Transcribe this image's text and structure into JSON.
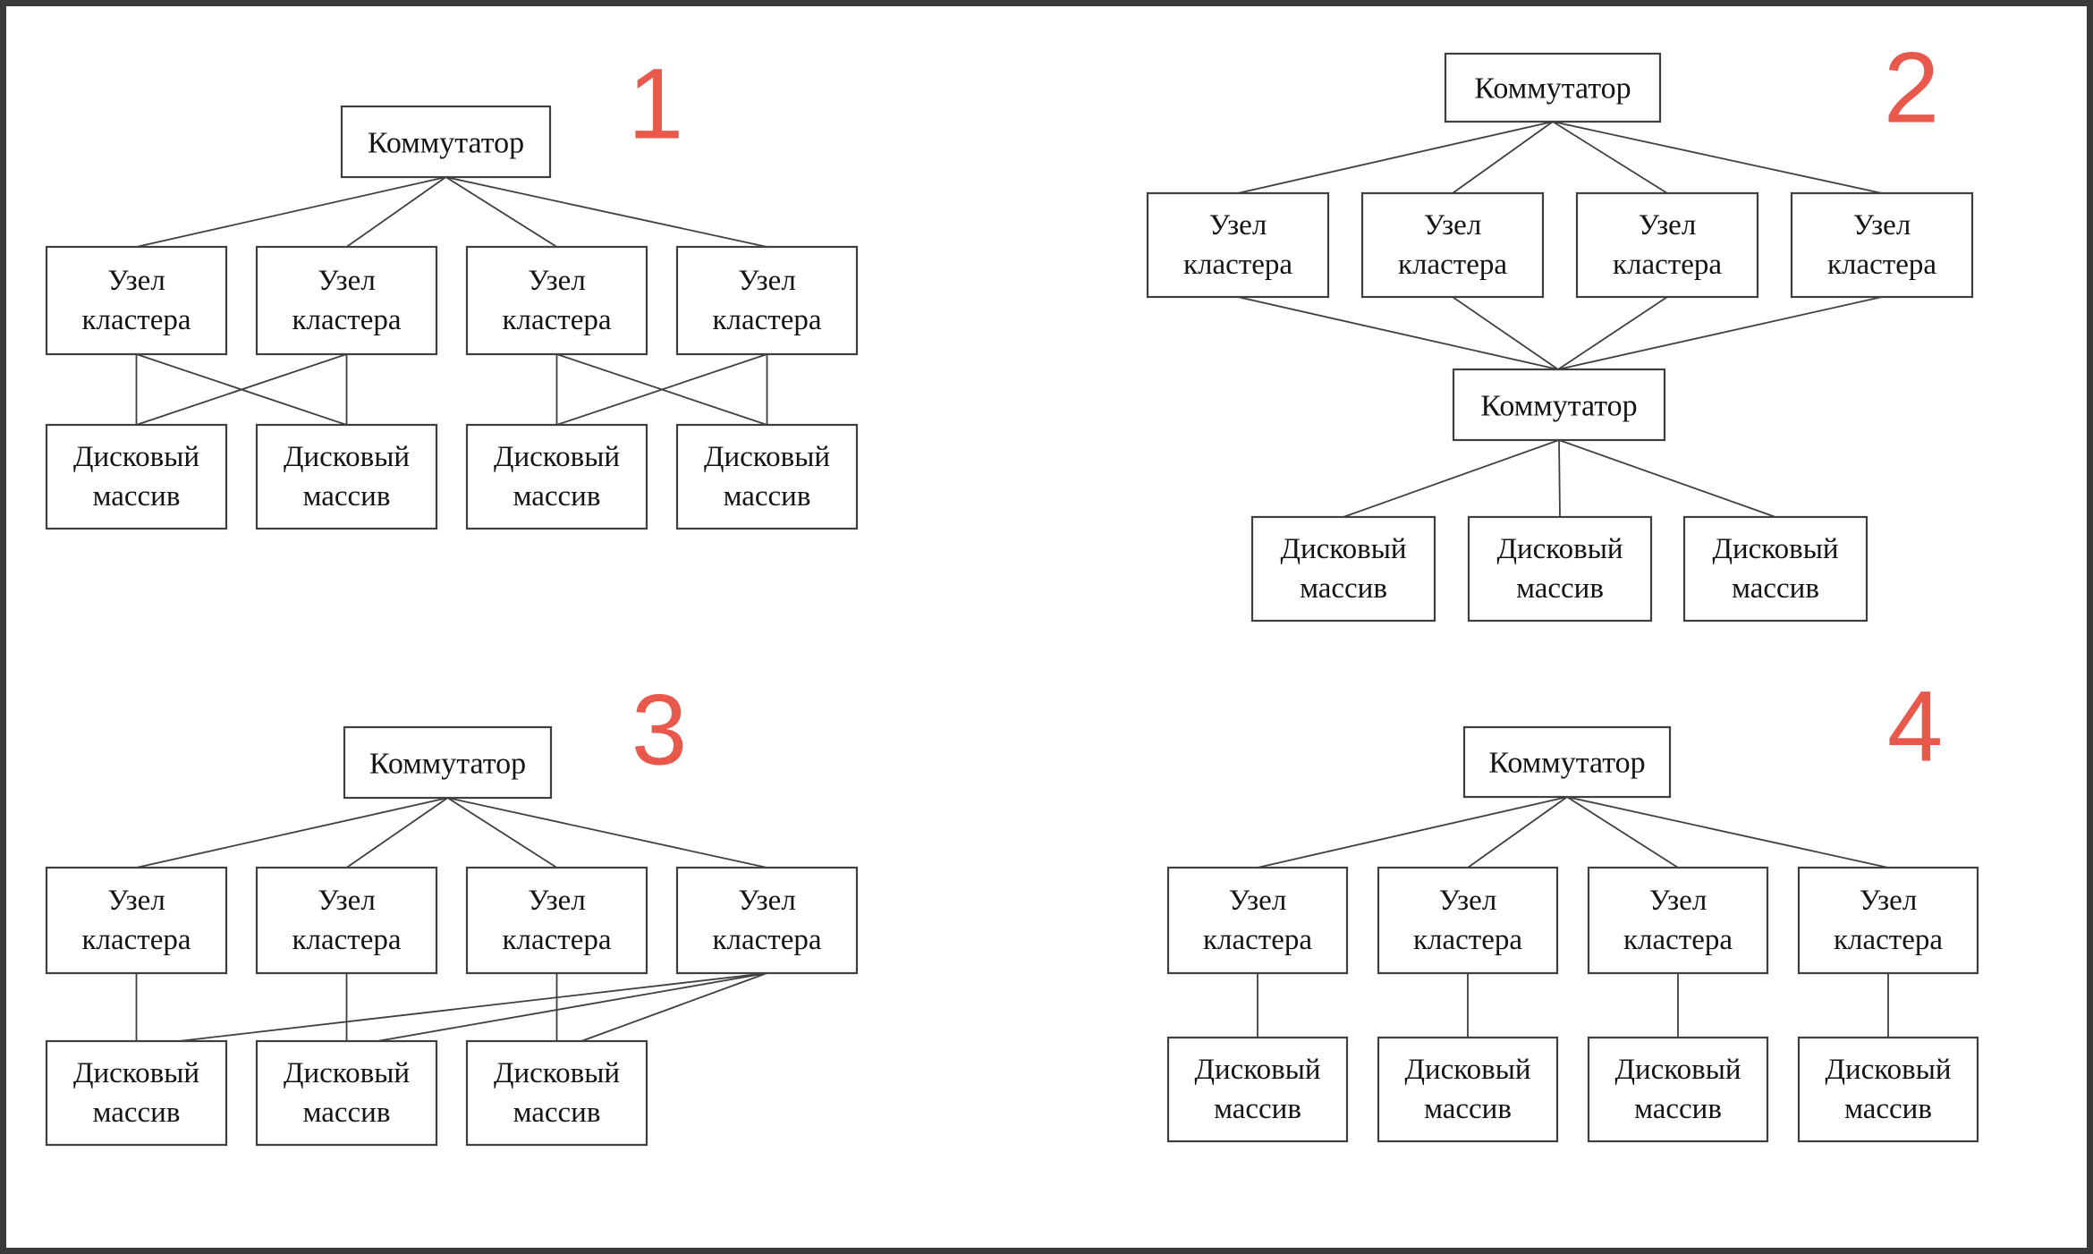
{
  "colors": {
    "background": "#ffffff",
    "frame": "#3a3a3c",
    "line": "#3f3f3f",
    "number_accent": "#e8594b"
  },
  "labels": {
    "switch": "Коммутатор",
    "node": [
      "Узел",
      "кластера"
    ],
    "disk": [
      "Дисковый",
      "массив"
    ]
  },
  "diagrams": [
    {
      "number": "1",
      "switch_count": 1,
      "node_count": 4,
      "disk_count": 4,
      "topology": "switch fans out to 4 cluster nodes; node pairs 1-2 and 3-4 are cross-connected (X) to disk pairs 1-2 and 3-4"
    },
    {
      "number": "2",
      "switch_count": 2,
      "node_count": 4,
      "disk_count": 3,
      "topology": "top switch fans out to 4 cluster nodes; all 4 nodes converge into a second switch; second switch fans out to 3 disk arrays"
    },
    {
      "number": "3",
      "switch_count": 1,
      "node_count": 4,
      "disk_count": 3,
      "topology": "switch fans out to 4 cluster nodes; nodes 1-3 connect straight down to disks 1-3; node 4 fans out to all 3 disk arrays"
    },
    {
      "number": "4",
      "switch_count": 1,
      "node_count": 4,
      "disk_count": 4,
      "topology": "switch fans out to 4 cluster nodes; each node connects straight down to its own disk array"
    }
  ]
}
